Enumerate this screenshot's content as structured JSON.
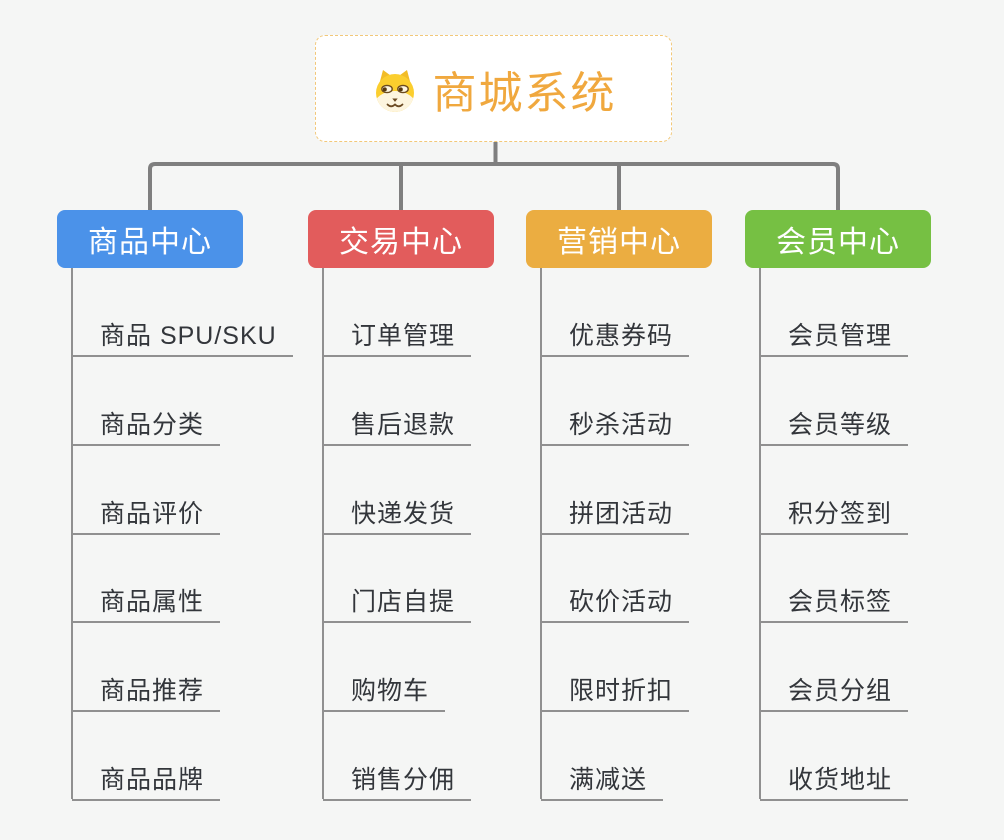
{
  "canvas": {
    "background": "#F5F6F5",
    "connector_color": "#7F7F7F",
    "child_line_color": "#909090",
    "child_text_color": "#33363B"
  },
  "root": {
    "title": "商城系统",
    "title_color": "#F0A83E",
    "border_color": "#F2C879",
    "icon": "shiba-dog-icon"
  },
  "branches": [
    {
      "label": "商品中心",
      "color": "#4B92E9",
      "children": [
        "商品 SPU/SKU",
        "商品分类",
        "商品评价",
        "商品属性",
        "商品推荐",
        "商品品牌"
      ]
    },
    {
      "label": "交易中心",
      "color": "#E25C5C",
      "children": [
        "订单管理",
        "售后退款",
        "快递发货",
        "门店自提",
        "购物车",
        "销售分佣"
      ]
    },
    {
      "label": "营销中心",
      "color": "#EBAD41",
      "children": [
        "优惠券码",
        "秒杀活动",
        "拼团活动",
        "砍价活动",
        "限时折扣",
        "满减送"
      ]
    },
    {
      "label": "会员中心",
      "color": "#76C043",
      "children": [
        "会员管理",
        "会员等级",
        "积分签到",
        "会员标签",
        "会员分组",
        "收货地址"
      ]
    }
  ]
}
